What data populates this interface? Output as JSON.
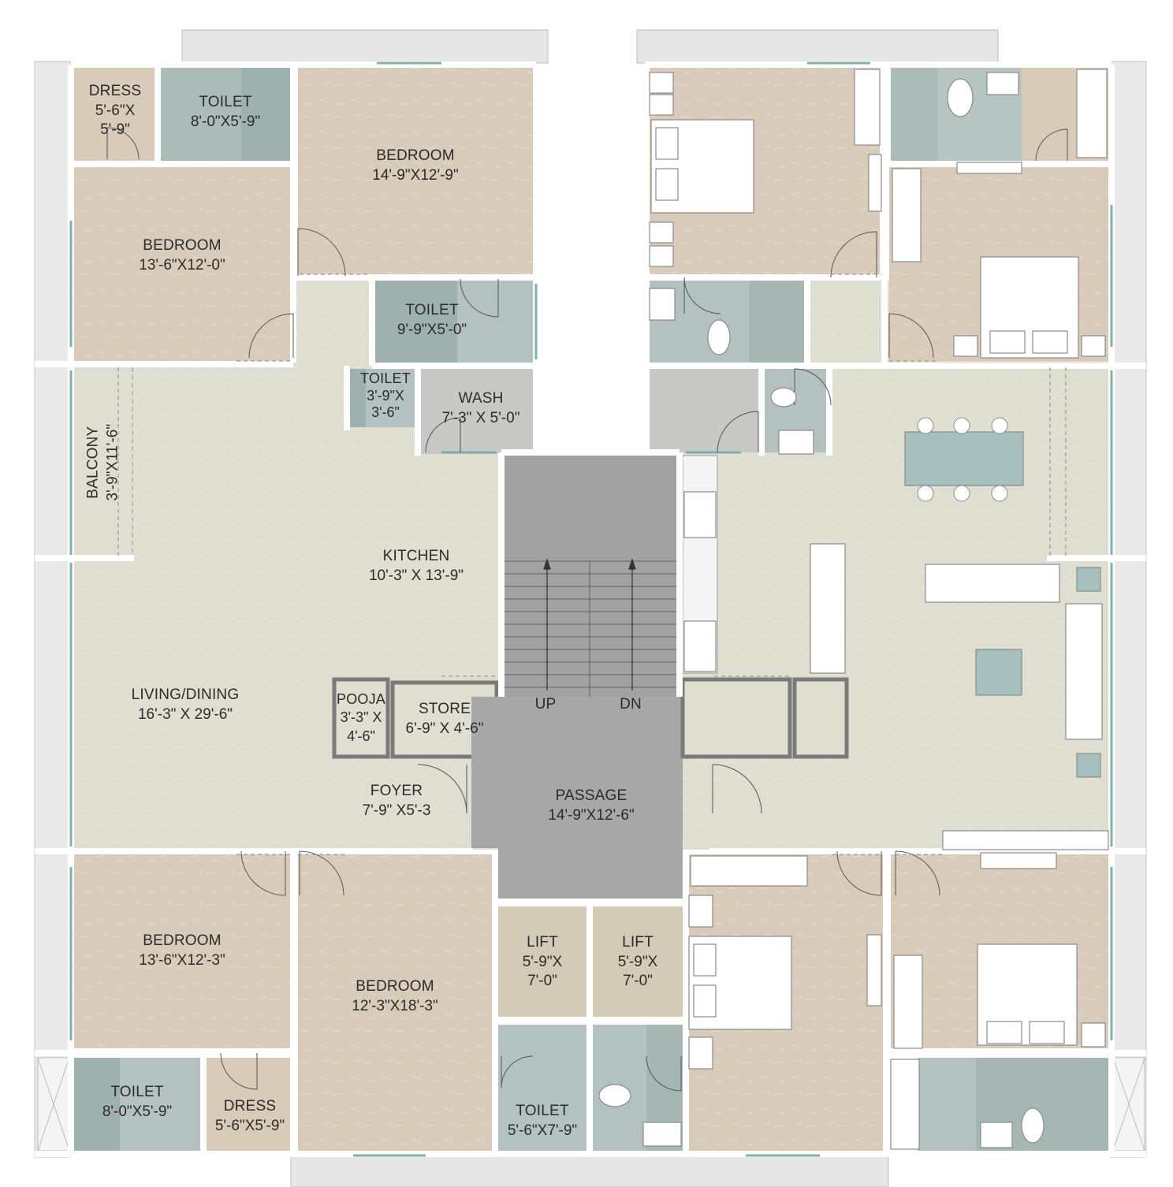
{
  "colors": {
    "bedroom": "#d9cbb9",
    "living": "#dedfd0",
    "toilet": "#b3c2c0",
    "toilet_dark": "#9fb1ae",
    "wash": "#c5c5c3",
    "stair": "#9e9e9e",
    "passage": "#a5a5a5",
    "lift": "#d4cab8",
    "wall": "#ffffff",
    "outline": "#7b7b7b",
    "glass": "#7fb0aa",
    "outer_band": "#e4e4e4"
  },
  "rooms": {
    "dress_tl": {
      "name": "DRESS",
      "dim_a": "5'-6\"X",
      "dim_b": "5'-9\""
    },
    "toilet_tl": {
      "name": "TOILET",
      "dim": "8'-0\"X5'-9\""
    },
    "bedroom_1": {
      "name": "BEDROOM",
      "dim": "14'-9\"X12'-9\""
    },
    "bedroom_2": {
      "name": "BEDROOM",
      "dim": "13'-6\"X12'-0\""
    },
    "toilet_mid": {
      "name": "TOILET",
      "dim": "9'-9\"X5'-0\""
    },
    "toilet_small": {
      "name": "TOILET",
      "dim_a": "3'-9\"X",
      "dim_b": "3'-6\""
    },
    "wash": {
      "name": "WASH",
      "dim": "7'-3\" X 5'-0\""
    },
    "balcony": {
      "name": "BALCONY",
      "dim": "3'-9\"X11'-6\""
    },
    "kitchen": {
      "name": "KITCHEN",
      "dim": "10'-3\" X 13'-9\""
    },
    "living": {
      "name": "LIVING/DINING",
      "dim": "16'-3\" X 29'-6\""
    },
    "pooja": {
      "name": "POOJA",
      "dim_a": "3'-3\" X",
      "dim_b": "4'-6\""
    },
    "store": {
      "name": "STORE",
      "dim": "6'-9\" X 4'-6\""
    },
    "foyer": {
      "name": "FOYER",
      "dim": "7'-9\" X5'-3"
    },
    "passage": {
      "name": "PASSAGE",
      "dim": "14'-9\"X12'-6\""
    },
    "stair_up": "UP",
    "stair_dn": "DN",
    "lift_1": {
      "name": "LIFT",
      "dim_a": "5'-9\"X",
      "dim_b": "7'-0\""
    },
    "lift_2": {
      "name": "LIFT",
      "dim_a": "5'-9\"X",
      "dim_b": "7'-0\""
    },
    "bedroom_3": {
      "name": "BEDROOM",
      "dim": "13'-6\"X12'-3\""
    },
    "bedroom_4": {
      "name": "BEDROOM",
      "dim": "12'-3\"X18'-3\""
    },
    "toilet_bl": {
      "name": "TOILET",
      "dim": "8'-0\"X5'-9\""
    },
    "dress_bl": {
      "name": "DRESS",
      "dim": "5'-6\"X5'-9\""
    },
    "toilet_bc": {
      "name": "TOILET",
      "dim": "5'-6\"X7'-9\""
    }
  }
}
